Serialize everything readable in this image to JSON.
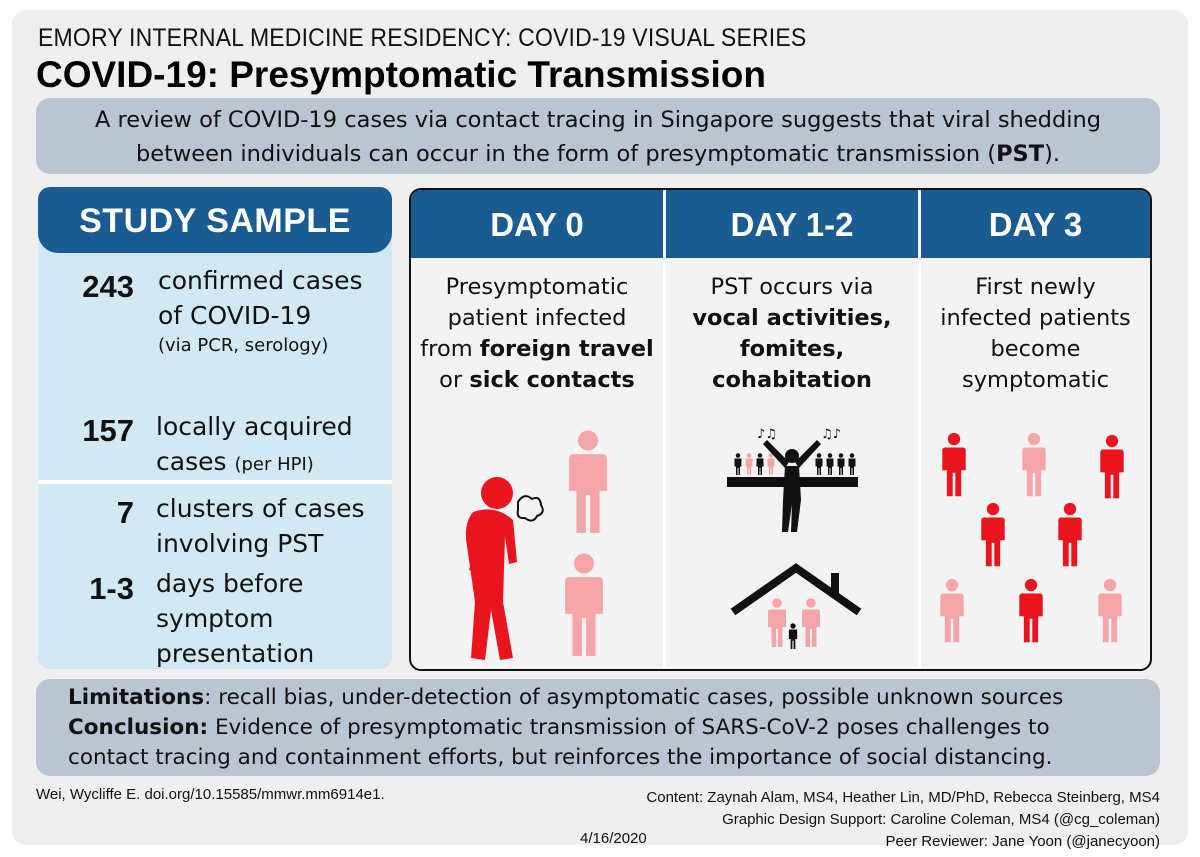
{
  "header": {
    "series": "EMORY INTERNAL MEDICINE RESIDENCY: COVID-19 VISUAL SERIES",
    "title": "COVID-19: Presymptomatic Transmission"
  },
  "summary": {
    "line1": "A review of COVID-19 cases via contact tracing in Singapore suggests that viral shedding",
    "line2_pre": "between individuals can occur in the form of presymptomatic transmission (",
    "line2_bold": "PST",
    "line2_post": ")."
  },
  "study": {
    "heading": "STUDY SAMPLE",
    "stats": [
      {
        "number": "243",
        "line1": "confirmed cases",
        "line2": "of COVID-19",
        "note": "(via PCR, serology)"
      },
      {
        "number": "157",
        "line1": "locally acquired",
        "line2": "cases ",
        "note": "(per HPI)"
      },
      {
        "number": "7",
        "line1": "clusters of cases",
        "line2": "involving PST"
      },
      {
        "number": "1-3",
        "line1": "days before",
        "line2": "symptom",
        "line3": "presentation"
      }
    ]
  },
  "timeline": {
    "days": [
      {
        "label": "DAY 0",
        "l1": "Presymptomatic",
        "l2": "patient infected",
        "l3_pre": "from ",
        "l3_bold": "foreign travel",
        "l4_pre": "or ",
        "l4_bold": "sick contacts"
      },
      {
        "label": "DAY 1-2",
        "l1": "PST occurs via",
        "b1": "vocal activities,",
        "b2": "fomites,",
        "b3": "cohabitation"
      },
      {
        "label": "DAY 3",
        "l1": "First newly",
        "l2": "infected patients",
        "l3": "become",
        "l4": "symptomatic"
      }
    ],
    "colors": {
      "infected": "#e8141e",
      "exposed": "#f4a5a8",
      "dark": "#111111",
      "header": "#1a5b91"
    }
  },
  "bottom": {
    "limitations_label": "Limitations",
    "limitations_text": ": recall bias, under-detection of asymptomatic cases, possible unknown sources",
    "conclusion_label": "Conclusion:",
    "conclusion_text": " Evidence of presymptomatic transmission of SARS-CoV-2 poses challenges to",
    "conclusion_line2": "contact tracing and containment efforts, but reinforces the importance of social distancing."
  },
  "footer": {
    "citation": "Wei, Wycliffe E. doi.org/10.15585/mmwr.mm6914e1.",
    "content": "Content: Zaynah Alam, MS4, Heather Lin, MD/PhD, Rebecca Steinberg, MS4",
    "design": "Graphic Design Support: Caroline Coleman, MS4 (@cg_coleman)",
    "reviewer": "Peer Reviewer: Jane Yoon (@janecyoon)",
    "date": "4/16/2020"
  }
}
